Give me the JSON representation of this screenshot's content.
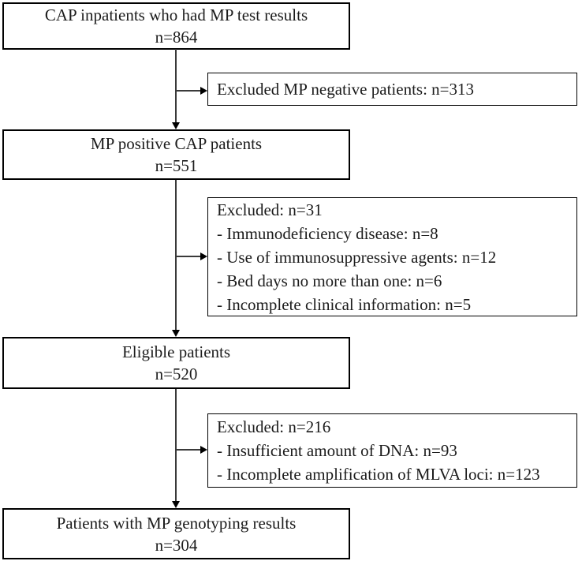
{
  "flow": {
    "main_boxes": [
      {
        "label": "CAP inpatients who had MP test results",
        "count": "n=864"
      },
      {
        "label": "MP positive CAP patients",
        "count": "n=551"
      },
      {
        "label": "Eligible patients",
        "count": "n=520"
      },
      {
        "label": "Patients with MP genotyping results",
        "count": "n=304"
      }
    ],
    "exclusion_boxes": [
      {
        "lines": [
          "Excluded MP negative patients: n=313"
        ]
      },
      {
        "lines": [
          "Excluded: n=31",
          "- Immunodeficiency disease: n=8",
          "- Use of immunosuppressive agents: n=12",
          "- Bed days no more than one: n=6",
          "- Incomplete clinical information: n=5"
        ]
      },
      {
        "lines": [
          "Excluded: n=216",
          "- Insufficient amount of DNA: n=93",
          "- Incomplete amplification of MLVA loci: n=123"
        ]
      }
    ],
    "colors": {
      "border": "#000000",
      "text": "#1c1c1c",
      "background": "#ffffff",
      "connector": "#3a3a3a"
    }
  }
}
